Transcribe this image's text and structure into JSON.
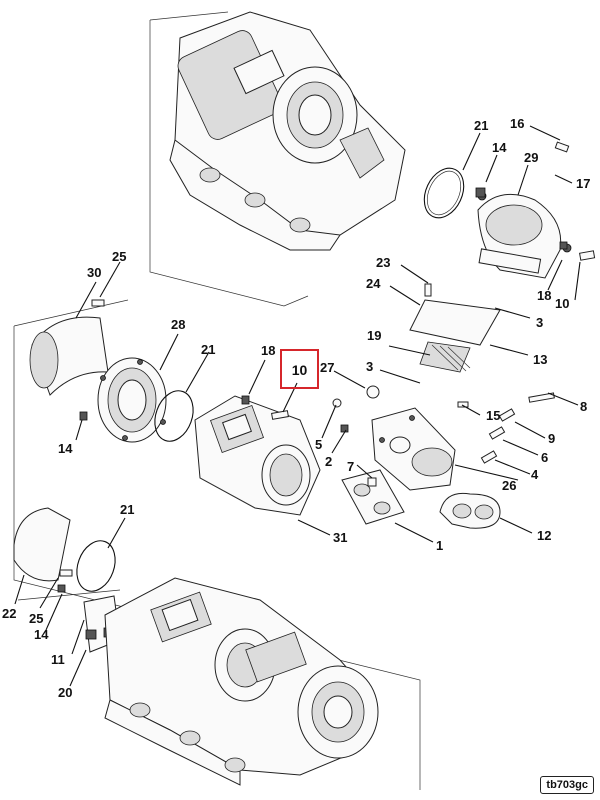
{
  "figure_id": "tb703gc",
  "highlight_color": "#d6262b",
  "highlighted_callout": "10",
  "callouts": [
    "21",
    "16",
    "14",
    "29",
    "17",
    "25",
    "30",
    "23",
    "24",
    "18",
    "10",
    "3",
    "28",
    "21",
    "18",
    "10",
    "19",
    "13",
    "27",
    "3",
    "8",
    "15",
    "5",
    "9",
    "2",
    "6",
    "14",
    "7",
    "4",
    "26",
    "31",
    "1",
    "12",
    "21",
    "22",
    "25",
    "14",
    "11",
    "20"
  ]
}
